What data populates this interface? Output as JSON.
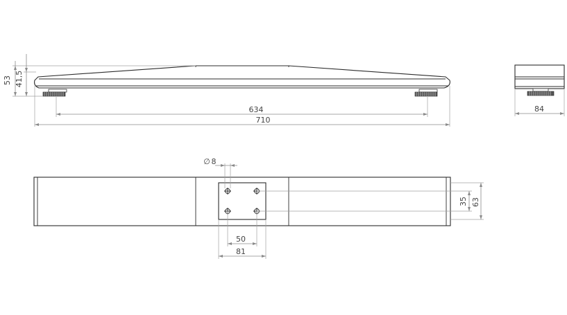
{
  "drawing": {
    "dimensions": {
      "total_height": "53",
      "body_height": "41,5",
      "foot_spacing": "634",
      "overall_length": "710",
      "depth": "84",
      "hole_diameter_symbol": "∅",
      "hole_diameter": "8",
      "hole_spacing_x": "50",
      "plate_width": "81",
      "hole_spacing_y": "35",
      "plate_height": "63"
    }
  }
}
